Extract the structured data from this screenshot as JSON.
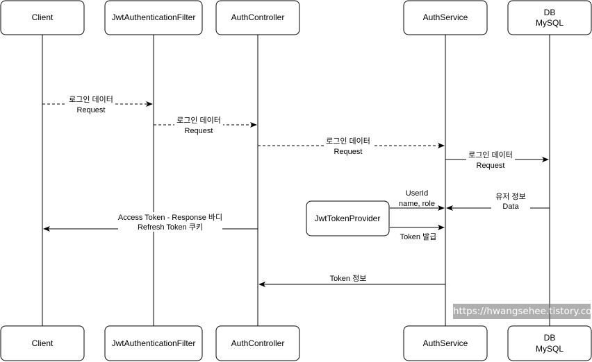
{
  "participants": [
    {
      "id": "client",
      "lines": [
        "Client"
      ]
    },
    {
      "id": "jwt-filter",
      "lines": [
        "JwtAuthenticationFilter"
      ]
    },
    {
      "id": "auth-controller",
      "lines": [
        "AuthController"
      ]
    },
    {
      "id": "auth-service",
      "lines": [
        "AuthService"
      ]
    },
    {
      "id": "db",
      "lines": [
        "DB",
        "MySQL"
      ]
    }
  ],
  "helper": {
    "id": "jwt-token-provider",
    "label": "JwtTokenProvider"
  },
  "messages": [
    {
      "id": "login-client-filter",
      "lines": [
        "로그인 데이터",
        "Request"
      ],
      "style": "dashed"
    },
    {
      "id": "login-filter-controller",
      "lines": [
        "로그인 데이터",
        "Request"
      ],
      "style": "dashed"
    },
    {
      "id": "login-controller-service",
      "lines": [
        "로그인 데이터",
        "Request"
      ],
      "style": "dashed"
    },
    {
      "id": "login-service-db",
      "lines": [
        "로그인 데이터",
        "Request"
      ],
      "style": "solid"
    },
    {
      "id": "user-info-db-service",
      "lines": [
        "유저 정보",
        "Data"
      ],
      "style": "solid"
    },
    {
      "id": "userid-name-role",
      "lines": [
        "UserId",
        "name, role"
      ],
      "style": "solid"
    },
    {
      "id": "token-issue",
      "lines": [
        "Token 발급"
      ],
      "style": "solid"
    },
    {
      "id": "token-info-service-controller",
      "lines": [
        "Token 정보"
      ],
      "style": "solid"
    },
    {
      "id": "tokens-controller-client",
      "lines": [
        "Access Token - Response 바디",
        "Refresh Token 쿠키"
      ],
      "style": "solid"
    }
  ],
  "watermark": "https://hwangsehee.tistory.com",
  "colors": {
    "line": "#000000",
    "box_border": "#000000",
    "box_fill": "#ffffff"
  }
}
